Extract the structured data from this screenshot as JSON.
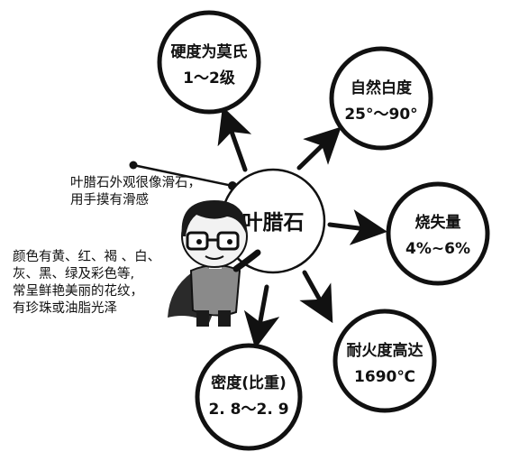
{
  "center": {
    "label": "叶腊石"
  },
  "nodes": [
    {
      "id": "hardness",
      "title": "硬度为莫氏",
      "value": "1～2级"
    },
    {
      "id": "whiteness",
      "title": "自然白度",
      "value": "25°～90°"
    },
    {
      "id": "loss",
      "title": "烧失量",
      "value": "4%~6%"
    },
    {
      "id": "refractory",
      "title": "耐火度高达",
      "value": "1690℃"
    },
    {
      "id": "density",
      "title": "密度(比重)",
      "value": "2. 8～2. 9"
    }
  ],
  "notes": {
    "appearance": [
      "叶腊石外观很像滑石，",
      "用手摸有滑感"
    ],
    "color": [
      "颜色有黄、红、褐 、白、",
      "灰、黑、绿及彩色等,",
      "常呈鲜艳美丽的花纹，",
      "有珍珠或油脂光泽"
    ]
  },
  "colors": {
    "ink": "#111111",
    "skin": "#f2f2f2",
    "hair": "#1a1a1a",
    "suit": "#7a7a7a"
  }
}
